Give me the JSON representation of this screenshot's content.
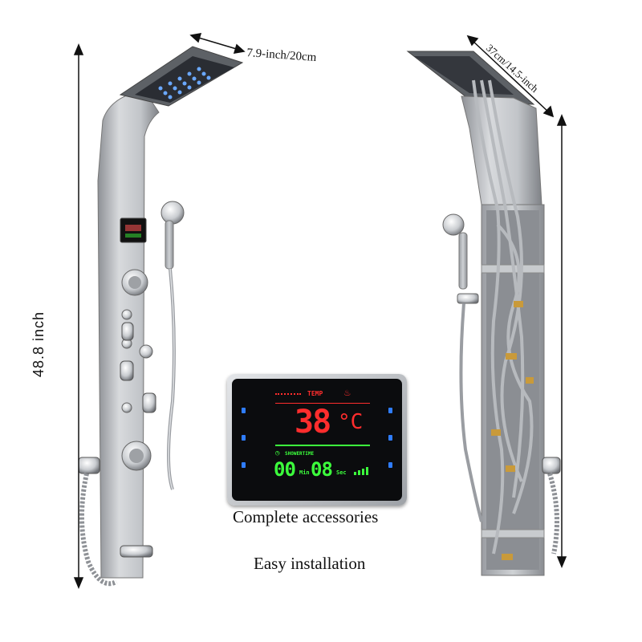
{
  "dimensions": {
    "width_label": "7.9-inch/20cm",
    "depth_label": "37cm/14.5-inch",
    "height_label": "48.8 inch"
  },
  "captions": {
    "accessories": "Complete accessories",
    "installation": "Easy installation"
  },
  "display": {
    "temp_label": "TEMP",
    "temperature": "38",
    "unit": "°C",
    "shower_label": "SHOWERTIME",
    "minutes": "00",
    "min_label": "Min",
    "seconds": "08",
    "sec_label": "Sec"
  },
  "colors": {
    "steel": "#b9bcc0",
    "lcd_red": "#ff2d2d",
    "lcd_green": "#3cff3c",
    "lcd_blue": "#2f7dff"
  }
}
